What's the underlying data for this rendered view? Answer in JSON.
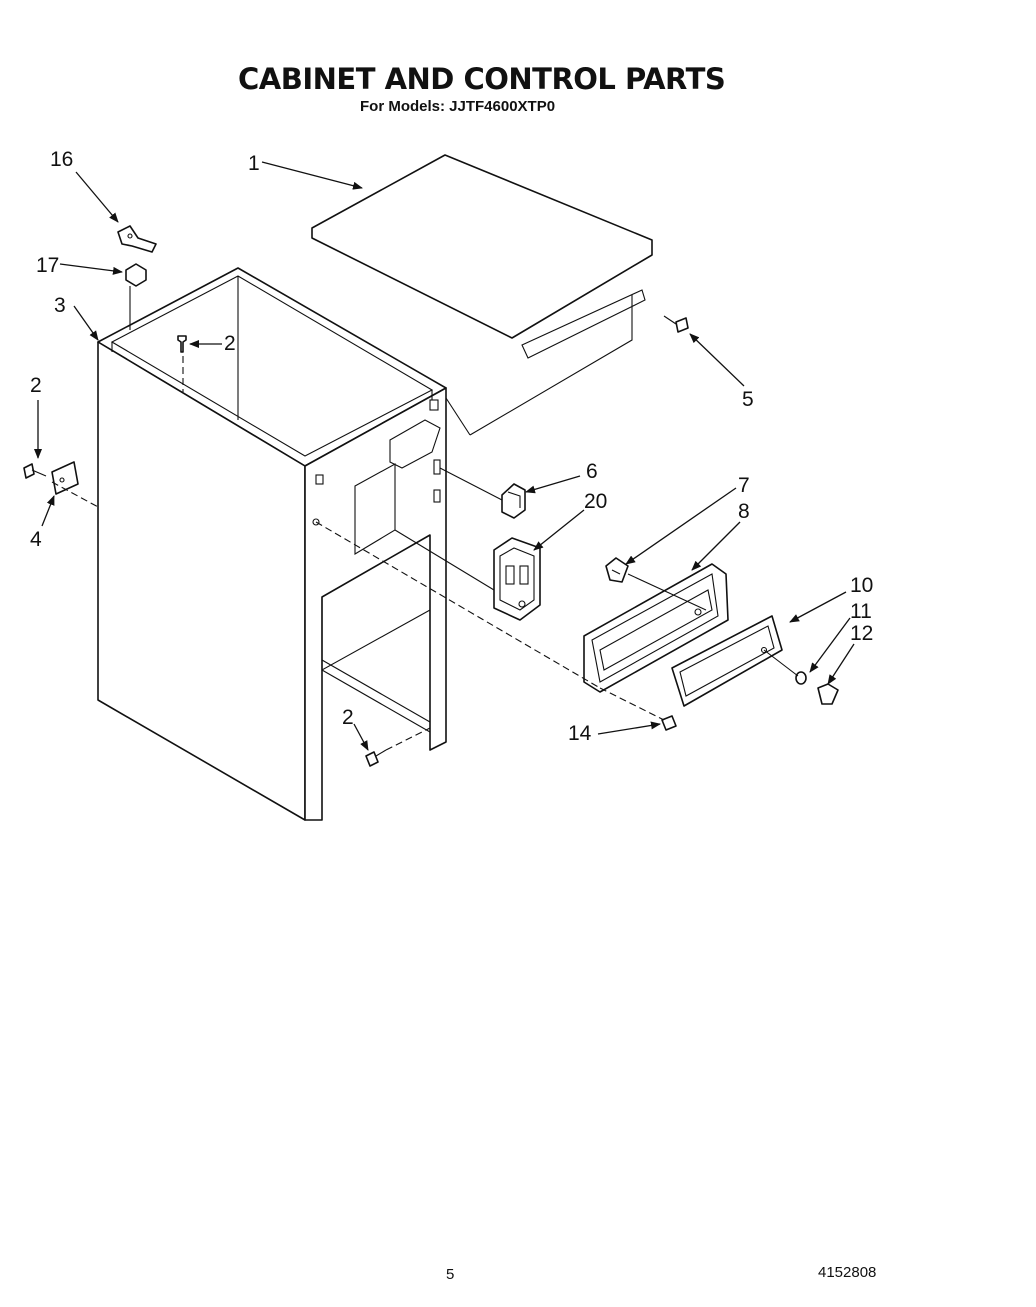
{
  "title": "CABINET AND CONTROL PARTS",
  "subtitle": "For Models: JJTF4600XTP0",
  "callouts": {
    "c1": "1",
    "c2a": "2",
    "c2b": "2",
    "c2c": "2",
    "c3": "3",
    "c4": "4",
    "c5": "5",
    "c6": "6",
    "c7": "7",
    "c8": "8",
    "c10": "10",
    "c11": "11",
    "c12": "12",
    "c14": "14",
    "c16": "16",
    "c17": "17",
    "c20": "20"
  },
  "footer": {
    "page_number": "5",
    "document_number": "4152808"
  }
}
